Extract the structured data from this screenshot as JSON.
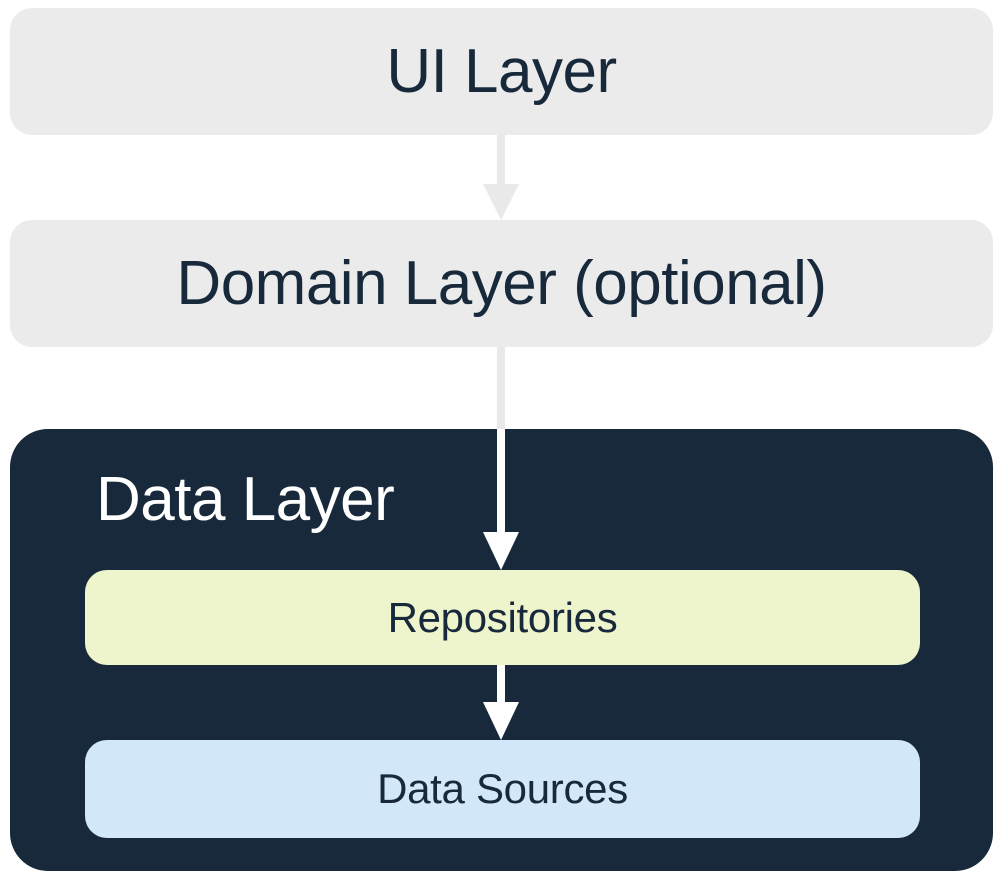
{
  "diagram": {
    "nodes": {
      "ui_layer": {
        "label": "UI Layer"
      },
      "domain_layer": {
        "label": "Domain Layer (optional)"
      },
      "data_layer": {
        "label": "Data Layer"
      },
      "repositories": {
        "label": "Repositories"
      },
      "data_sources": {
        "label": "Data Sources"
      }
    },
    "edges": [
      {
        "from": "ui_layer",
        "to": "domain_layer",
        "style": "gray-arrow-down"
      },
      {
        "from": "domain_layer",
        "to": "repositories",
        "style": "gray-then-white-arrow-down"
      },
      {
        "from": "repositories",
        "to": "data_sources",
        "style": "white-arrow-down"
      }
    ]
  },
  "colors": {
    "background": "#FFFFFF",
    "layer_gray": "#EBEBEB",
    "arrow_gray": "#E9E9E9",
    "dark_navy": "#17293B",
    "repositories_green": "#EEF4CC",
    "data_sources_blue": "#D3E7FA",
    "arrow_white": "#FFFFFF",
    "text_dark": "#17293B",
    "text_light": "#FFFFFF"
  }
}
